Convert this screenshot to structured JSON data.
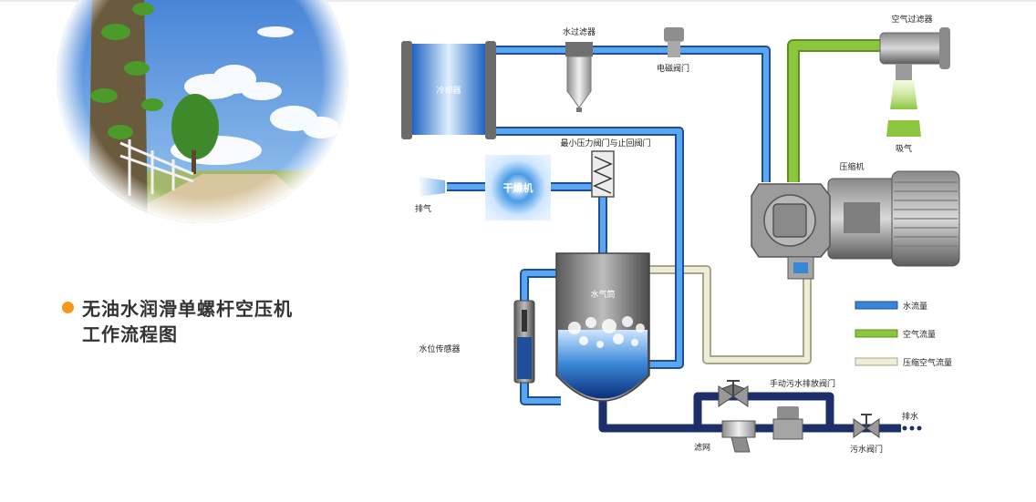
{
  "title": {
    "line1": "无油水润滑单螺杆空压机",
    "line2": "工作流程图"
  },
  "labels": {
    "cooler": "冷却器",
    "water_filter": "水过滤器",
    "solenoid_valve": "电磁阀门",
    "air_filter": "空气过滤器",
    "intake": "吸气",
    "min_pressure_valve": "最小压力阀门与止回阀门",
    "dryer": "干燥机",
    "exhaust": "排气",
    "compressor": "压缩机",
    "tank": "水气筒",
    "level_sensor": "水位传感器",
    "manual_drain": "手动污水排放阀门",
    "drain": "排水",
    "strainer": "滤网",
    "waste_valve": "污水阀门"
  },
  "legend": [
    {
      "label": "水流量",
      "color": "#3a86d6"
    },
    {
      "label": "空气流量",
      "color": "#8cc63f"
    },
    {
      "label": "压缩空气流量",
      "color": "#e8e6c8"
    }
  ],
  "colors": {
    "water": "#3a86d6",
    "air": "#8cc63f",
    "compressed_air": "#e8e6c8",
    "drain_pipe": "#1d2f6b",
    "accent": "#f39a1e"
  }
}
